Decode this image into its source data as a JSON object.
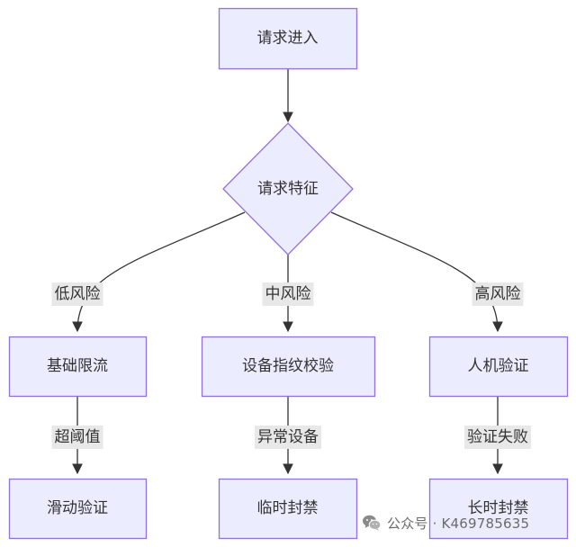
{
  "diagram": {
    "nodes": [
      {
        "id": "request_in",
        "label": "请求进入",
        "shape": "rect"
      },
      {
        "id": "request_features",
        "label": "请求特征",
        "shape": "diamond"
      },
      {
        "id": "basic_rate_limit",
        "label": "基础限流",
        "shape": "rect"
      },
      {
        "id": "device_fingerprint",
        "label": "设备指纹校验",
        "shape": "rect"
      },
      {
        "id": "human_verification",
        "label": "人机验证",
        "shape": "rect"
      },
      {
        "id": "slider_verification",
        "label": "滑动验证",
        "shape": "rect"
      },
      {
        "id": "temporary_ban",
        "label": "临时封禁",
        "shape": "rect"
      },
      {
        "id": "long_term_ban",
        "label": "长时封禁",
        "shape": "rect"
      }
    ],
    "edges": [
      {
        "from": "request_in",
        "to": "request_features",
        "label": ""
      },
      {
        "from": "request_features",
        "to": "basic_rate_limit",
        "label": "低风险"
      },
      {
        "from": "request_features",
        "to": "device_fingerprint",
        "label": "中风险"
      },
      {
        "from": "request_features",
        "to": "human_verification",
        "label": "高风险"
      },
      {
        "from": "basic_rate_limit",
        "to": "slider_verification",
        "label": "超阈值"
      },
      {
        "from": "device_fingerprint",
        "to": "temporary_ban",
        "label": "异常设备"
      },
      {
        "from": "human_verification",
        "to": "long_term_ban",
        "label": "验证失败"
      }
    ],
    "colors": {
      "node_fill": "#ECECFF",
      "node_stroke": "#9370DB",
      "edge": "#333333",
      "edge_label_bg": "#E8E8E8",
      "text": "#333333"
    }
  },
  "watermark": {
    "icon": "wechat-icon",
    "text": "公众号 · K469785635"
  }
}
